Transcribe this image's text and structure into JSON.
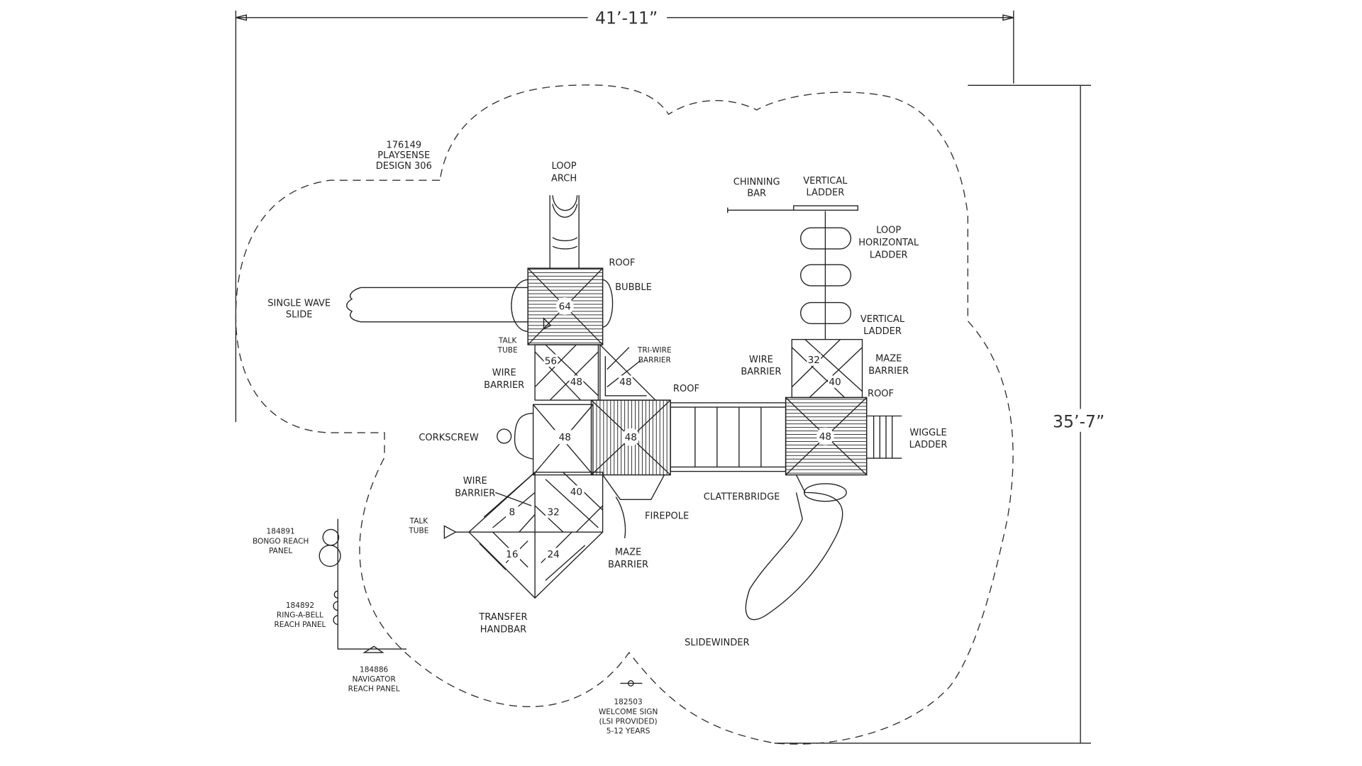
{
  "dimensions": {
    "width": "41’-11”",
    "height": "35’-7”"
  },
  "product": [
    "176149",
    "PLAYSENSE",
    "DESIGN 306"
  ],
  "labels": {
    "loop_arch": [
      "LOOP",
      "ARCH"
    ],
    "roof_top": "ROOF",
    "bubble": "BUBBLE",
    "single_wave_slide": [
      "SINGLE WAVE",
      "SLIDE"
    ],
    "talk_tube_top": [
      "TALK",
      "TUBE"
    ],
    "wire_barrier_left": [
      "WIRE",
      "BARRIER"
    ],
    "tri_wire_barrier": [
      "TRI-WIRE",
      "BARRIER"
    ],
    "roof_mid": "ROOF",
    "corkscrew": "CORKSCREW",
    "wire_barrier_low": [
      "WIRE",
      "BARRIER"
    ],
    "talk_tube_low": [
      "TALK",
      "TUBE"
    ],
    "firepole": "FIREPOLE",
    "maze_barrier_low": [
      "MAZE",
      "BARRIER"
    ],
    "transfer_handbar": [
      "TRANSFER",
      "HANDBAR"
    ],
    "clatterbridge": "CLATTERBRIDGE",
    "slidewinder": "SLIDEWINDER",
    "chinning_bar": [
      "CHINNING",
      "BAR"
    ],
    "vertical_ladder_top": [
      "VERTICAL",
      "LADDER"
    ],
    "loop_horizontal_ladder": [
      "LOOP",
      "HORIZONTAL",
      "LADDER"
    ],
    "vertical_ladder_low": [
      "VERTICAL",
      "LADDER"
    ],
    "wire_barrier_right": [
      "WIRE",
      "BARRIER"
    ],
    "maze_barrier_right": [
      "MAZE",
      "BARRIER"
    ],
    "roof_right": "ROOF",
    "wiggle_ladder": [
      "WIGGLE",
      "LADDER"
    ],
    "bongo": [
      "184891",
      "BONGO REACH",
      "PANEL"
    ],
    "ring_a_bell": [
      "184892",
      "RING-A-BELL",
      "REACH PANEL"
    ],
    "navigator": [
      "184886",
      "NAVIGATOR",
      "REACH PANEL"
    ],
    "welcome_sign": [
      "182503",
      "WELCOME SIGN",
      "(LSI PROVIDED)",
      "5-12 YEARS"
    ]
  },
  "deck_heights": {
    "roof_top": "64",
    "a": "56",
    "b": "48",
    "c": "48",
    "d": "48",
    "roof_mid": "48",
    "e": "40",
    "f": "8",
    "g": "32",
    "h": "16",
    "i": "24",
    "roof_right": "48",
    "j": "32",
    "k": "40"
  }
}
